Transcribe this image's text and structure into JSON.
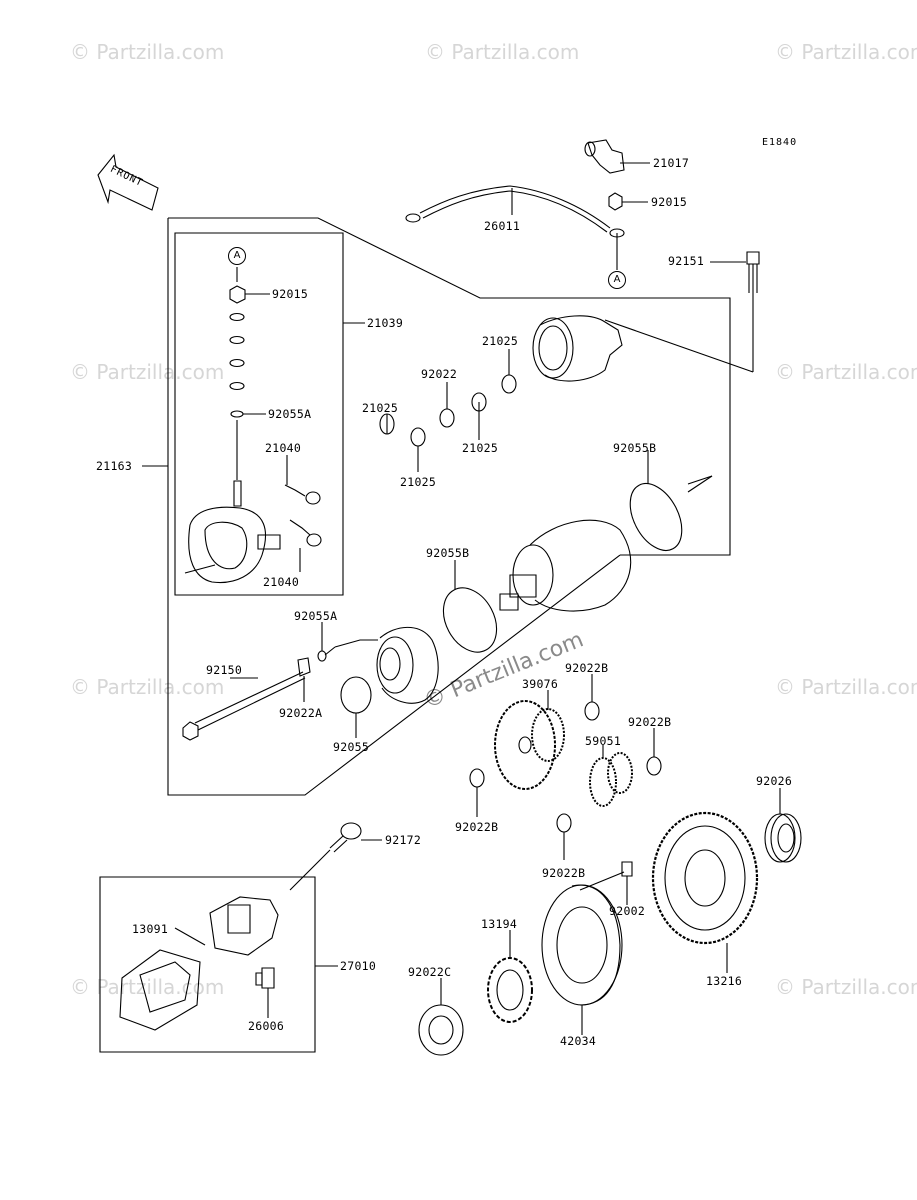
{
  "diagram_ref": "E1840",
  "front_arrow_label": "FRONT",
  "callout_letter": "A",
  "watermark_text": "© Partzilla.com",
  "parts": [
    {
      "id": "p21017",
      "number": "21017"
    },
    {
      "id": "p92015a",
      "number": "92015"
    },
    {
      "id": "p26011",
      "number": "26011"
    },
    {
      "id": "p92151",
      "number": "92151"
    },
    {
      "id": "p92015b",
      "number": "92015"
    },
    {
      "id": "p21039",
      "number": "21039"
    },
    {
      "id": "p92055A_a",
      "number": "92055A"
    },
    {
      "id": "p21163",
      "number": "21163"
    },
    {
      "id": "p21040a",
      "number": "21040"
    },
    {
      "id": "p21040b",
      "number": "21040"
    },
    {
      "id": "p21025a",
      "number": "21025"
    },
    {
      "id": "p92022",
      "number": "92022"
    },
    {
      "id": "p21025b",
      "number": "21025"
    },
    {
      "id": "p21025c",
      "number": "21025"
    },
    {
      "id": "p21025d",
      "number": "21025"
    },
    {
      "id": "p92055B_a",
      "number": "92055B"
    },
    {
      "id": "p92055B_b",
      "number": "92055B"
    },
    {
      "id": "p92055A_b",
      "number": "92055A"
    },
    {
      "id": "p92150",
      "number": "92150"
    },
    {
      "id": "p92022A",
      "number": "92022A"
    },
    {
      "id": "p92055",
      "number": "92055"
    },
    {
      "id": "p92022B_a",
      "number": "92022B"
    },
    {
      "id": "p39076",
      "number": "39076"
    },
    {
      "id": "p92022B_b",
      "number": "92022B"
    },
    {
      "id": "p59051",
      "number": "59051"
    },
    {
      "id": "p92022B_c",
      "number": "92022B"
    },
    {
      "id": "p92026",
      "number": "92026"
    },
    {
      "id": "p92022B_d",
      "number": "92022B"
    },
    {
      "id": "p92172",
      "number": "92172"
    },
    {
      "id": "p92002",
      "number": "92002"
    },
    {
      "id": "p13091",
      "number": "13091"
    },
    {
      "id": "p13194",
      "number": "13194"
    },
    {
      "id": "p27010",
      "number": "27010"
    },
    {
      "id": "p92022C",
      "number": "92022C"
    },
    {
      "id": "p26006",
      "number": "26006"
    },
    {
      "id": "p42034",
      "number": "42034"
    },
    {
      "id": "p13216",
      "number": "13216"
    }
  ]
}
